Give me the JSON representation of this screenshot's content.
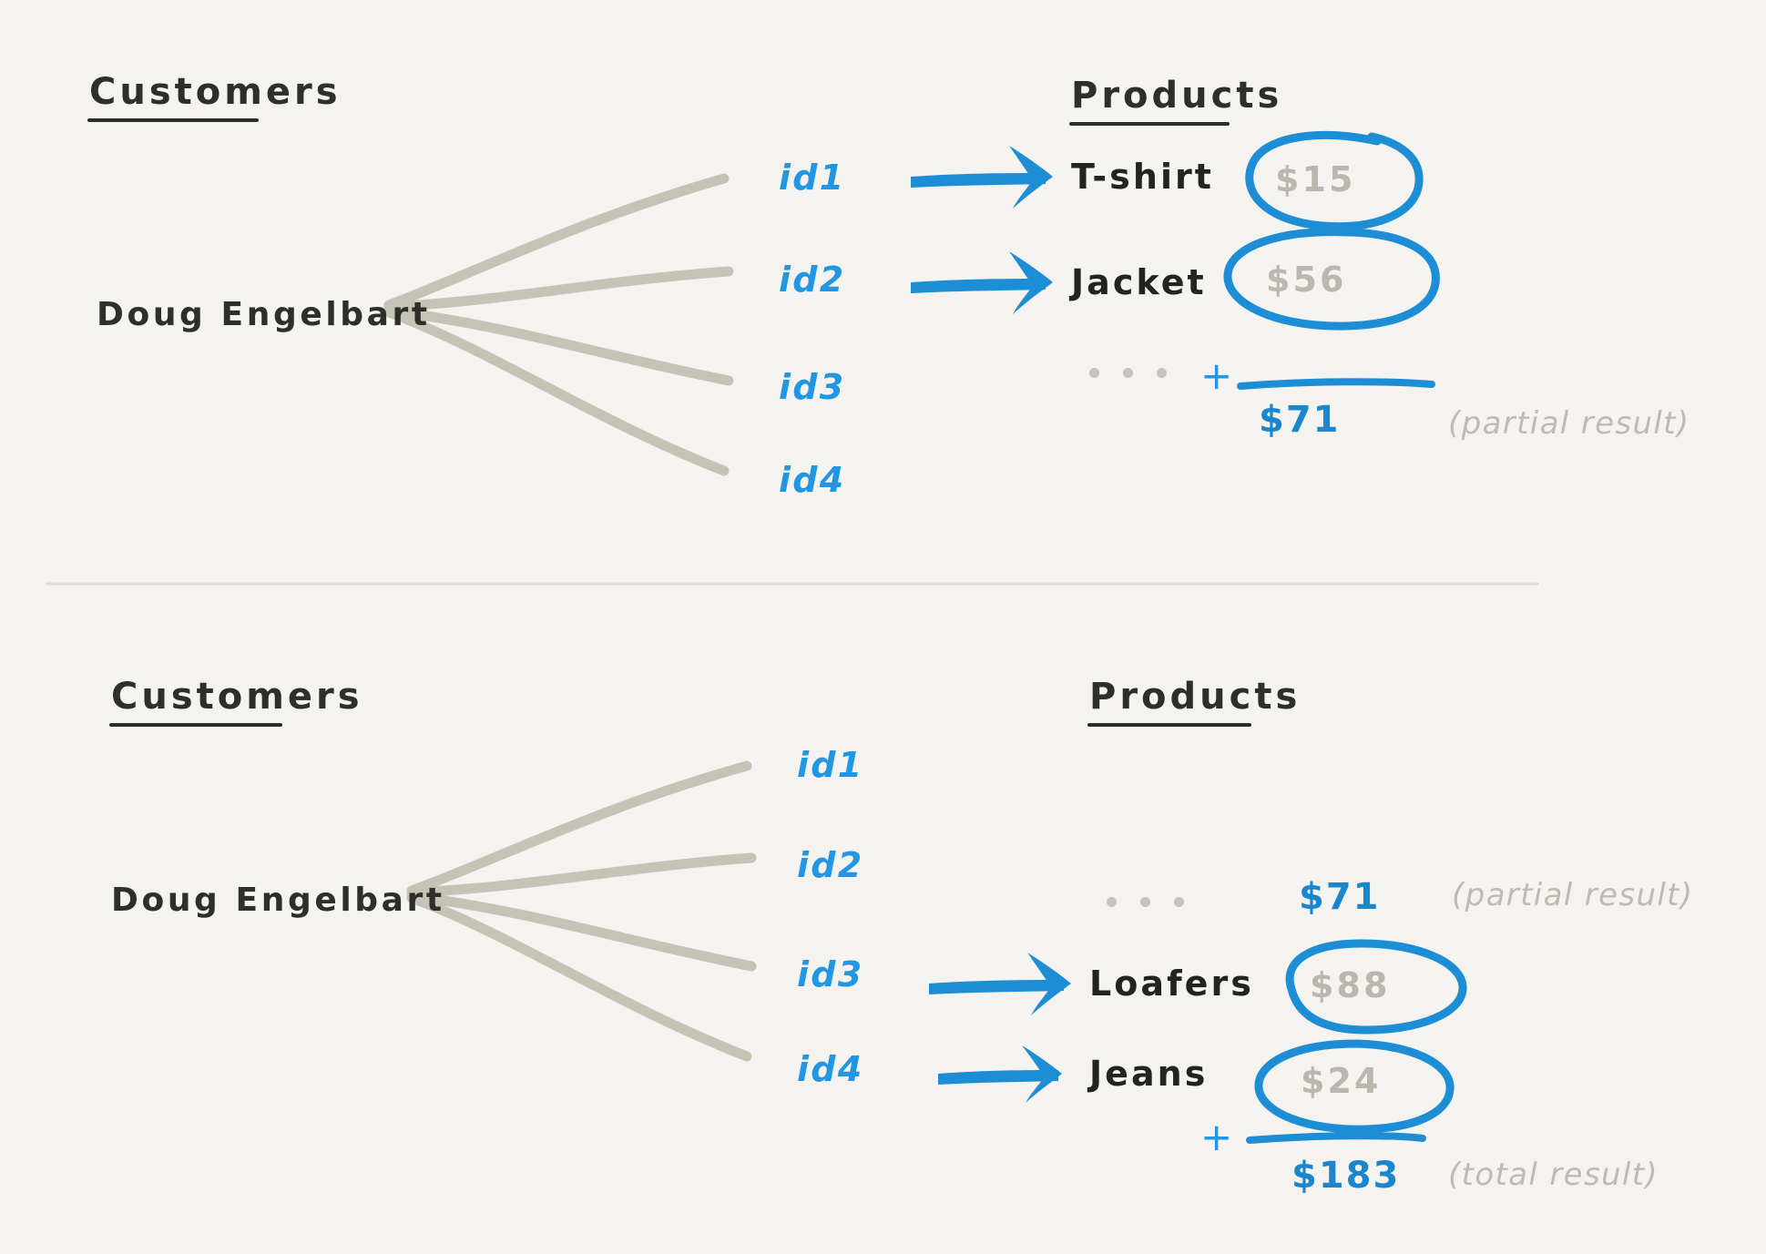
{
  "colors": {
    "background": "#f4f3ef",
    "ink": "#2e2e2c",
    "blue": "#2196e3",
    "blue_dark": "#1a86cd",
    "gray_price": "#b9b7ae",
    "gray_note": "#bdbbb3",
    "fan_line": "#c5c2b6",
    "divider": "#ddd9d0"
  },
  "panels": [
    {
      "id": "top-panel",
      "customers_heading": "Customers",
      "products_heading": "Products",
      "customer_name": "Doug Engelbart",
      "ids": [
        "id1",
        "id2",
        "id3",
        "id4"
      ],
      "mapped_rows": [
        {
          "id": "id1",
          "product": "T-shirt",
          "price": "$15",
          "circled": true
        },
        {
          "id": "id2",
          "product": "Jacket",
          "price": "$56",
          "circled": true
        }
      ],
      "ellipsis": "...",
      "plus": "+",
      "sum": "$71",
      "note": "(partial result)"
    },
    {
      "id": "bottom-panel",
      "customers_heading": "Customers",
      "products_heading": "Products",
      "customer_name": "Doug Engelbart",
      "ids": [
        "id1",
        "id2",
        "id3",
        "id4"
      ],
      "mapped_rows": [
        {
          "id": "id3",
          "product": "Loafers",
          "price": "$88",
          "circled": true
        },
        {
          "id": "id4",
          "product": "Jeans",
          "price": "$24",
          "circled": true
        }
      ],
      "ellipsis": "...",
      "carried": {
        "sum": "$71",
        "note": "(partial result)"
      },
      "plus": "+",
      "sum": "$183",
      "note": "(total result)"
    }
  ]
}
